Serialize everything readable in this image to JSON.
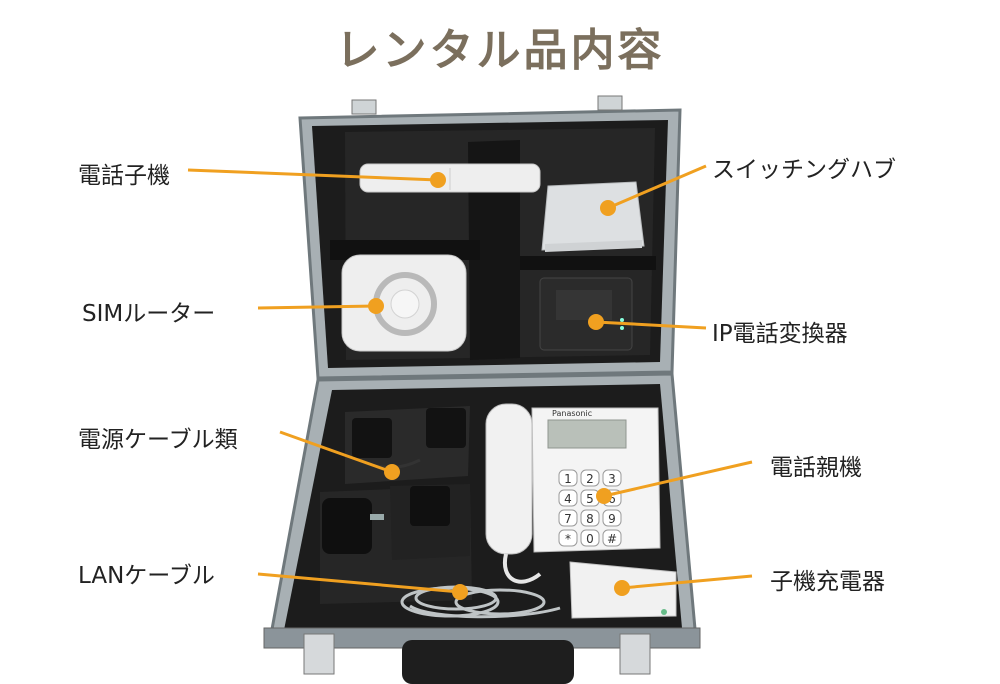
{
  "title": "レンタル品内容",
  "colors": {
    "title": "#7b6f5d",
    "accent": "#f0a020",
    "case_frame": "#9aa3a7",
    "foam": "#1a1a1a",
    "device_white": "#eeeeee"
  },
  "labels": {
    "handset": "電話子機",
    "hub": "スイッチングハブ",
    "router": "SIMルーター",
    "ip_adapter": "IP電話変換器",
    "power_cables": "電源ケーブル類",
    "base_phone": "電話親機",
    "lan_cable": "LANケーブル",
    "charger": "子機充電器"
  },
  "device_text": {
    "router_brand": "Panasonic",
    "keypad": [
      "1",
      "2",
      "3",
      "4",
      "5",
      "6",
      "7",
      "8",
      "9",
      "*",
      "0",
      "#"
    ]
  }
}
